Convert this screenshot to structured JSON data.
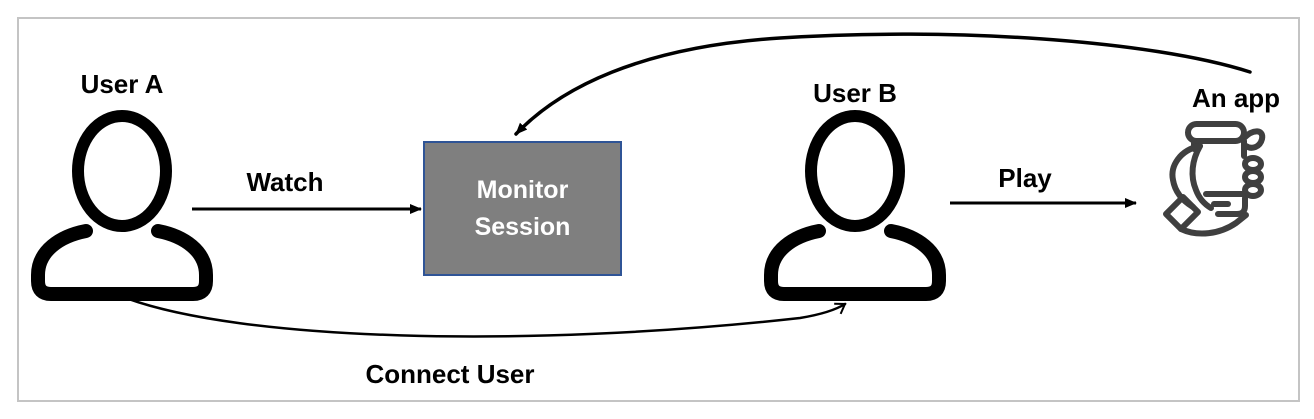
{
  "diagram": {
    "nodes": {
      "user_a": {
        "label": "User A",
        "icon": "person-icon"
      },
      "user_b": {
        "label": "User B",
        "icon": "person-icon"
      },
      "monitor_session": {
        "label": "Monitor\nSession",
        "fill_color": "#7f7f7f",
        "border_color": "#2F5496",
        "text_color": "#ffffff"
      },
      "app": {
        "label": "An app",
        "icon": "hand-holding-phone-icon",
        "icon_color": "#3f3f3f"
      }
    },
    "edges": {
      "watch": {
        "label": "Watch",
        "from": "user_a",
        "to": "monitor_session",
        "style": "straight-arrow"
      },
      "play": {
        "label": "Play",
        "from": "user_b",
        "to": "app",
        "style": "straight-arrow"
      },
      "app_to_monitor": {
        "label": "",
        "from": "app",
        "to": "monitor_session",
        "style": "curved-arrow"
      },
      "connect_user": {
        "label": "Connect User",
        "from": "user_a",
        "to": "user_b",
        "style": "curved-arrow"
      }
    },
    "colors": {
      "line_color": "#000000",
      "frame_border": "#c4c4c4",
      "background": "#ffffff"
    }
  }
}
